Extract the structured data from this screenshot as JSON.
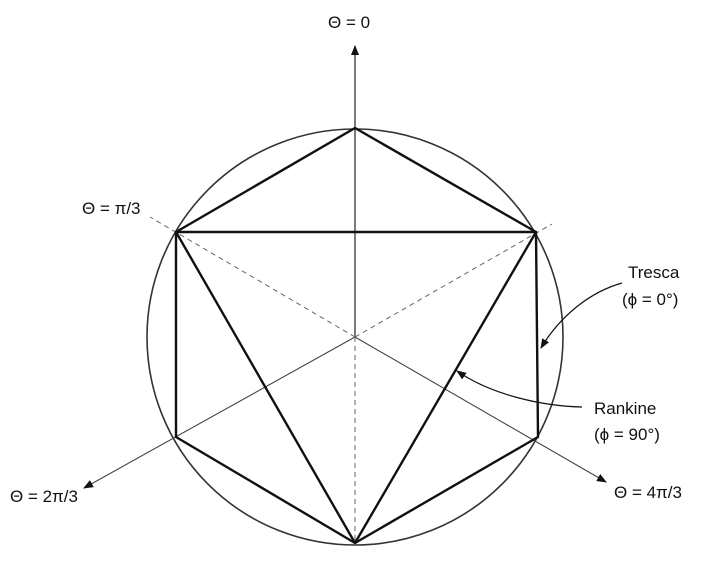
{
  "labels": {
    "theta_0": "Θ = 0",
    "theta_pi3": "Θ = π/3",
    "theta_2pi3": "Θ = 2π/3",
    "theta_4pi3": "Θ = 4π/3",
    "tresca_name": "Tresca",
    "tresca_phi": "(ϕ = 0°)",
    "rankine_name": "Rankine",
    "rankine_phi": "(ϕ = 90°)"
  },
  "colors": {
    "ink": "#111111",
    "thin_line": "#444444",
    "dashed_line": "#666666"
  }
}
